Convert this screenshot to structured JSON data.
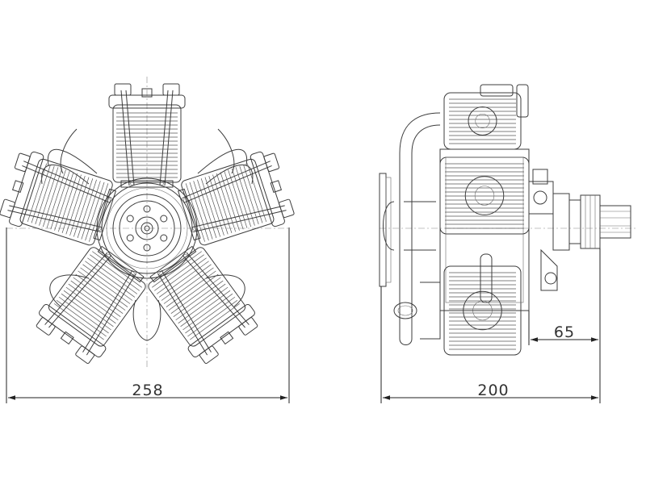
{
  "dimensions": {
    "front_width": "258",
    "side_length": "200",
    "prop_hub": "65"
  },
  "colors": {
    "line": "#3c3c3c",
    "dimension": "#222222",
    "background": "#ffffff"
  }
}
